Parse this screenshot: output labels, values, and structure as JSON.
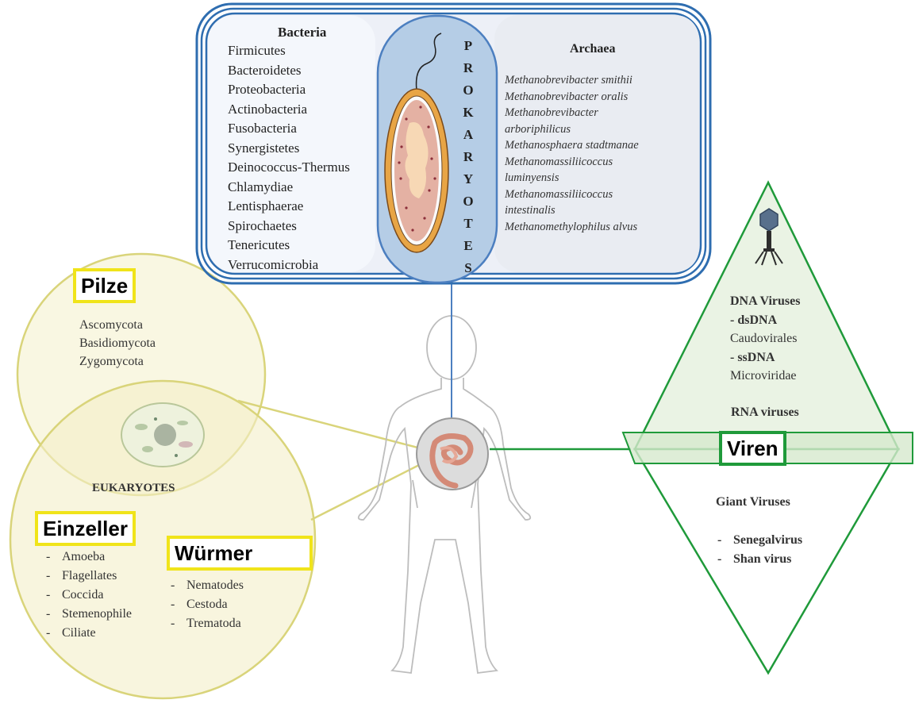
{
  "prokaryotes": {
    "letters": [
      "P",
      "R",
      "O",
      "K",
      "A",
      "R",
      "Y",
      "O",
      "T",
      "E",
      "S"
    ],
    "bacteria": {
      "title": "Bacteria",
      "items": [
        "Firmicutes",
        "Bacteroidetes",
        "Proteobacteria",
        "Actinobacteria",
        "Fusobacteria",
        "Synergistetes",
        "Deinococcus-Thermus",
        "Chlamydiae",
        "Lentisphaerae",
        "Spirochaetes",
        "Tenericutes",
        "Verrucomicrobia"
      ]
    },
    "archaea": {
      "title": "Archaea",
      "items": [
        "Methanobrevibacter smithii",
        "Methanobrevibacter oralis",
        "Methanobrevibacter",
        "arboriphilicus",
        "Methanosphaera stadtmanae",
        "Methanomassiliicoccus",
        "luminyensis",
        "Methanomassiliicoccus",
        "intestinalis",
        "Methanomethylophilus alvus"
      ]
    }
  },
  "fungi": {
    "label": "Pilze",
    "items": [
      "Ascomycota",
      "Basidiomycota",
      "Zygomycota"
    ]
  },
  "eukaryotes": {
    "title": "EUKARYOTES",
    "protozoa_label": "Einzeller",
    "protozoa": [
      "Amoeba",
      "Flagellates",
      "Coccida",
      "Stemenophile",
      "Ciliate"
    ],
    "worms_label": "Würmer",
    "worms": [
      "Nematodes",
      "Cestoda",
      "Trematoda"
    ]
  },
  "viruses": {
    "label": "Viren",
    "dna_title": "DNA Viruses",
    "dsdna": "- dsDNA",
    "dsdna_example": "Caudovirales",
    "ssdna": "- ssDNA",
    "ssdna_example": "Microviridae",
    "rna_title": "RNA viruses",
    "giant_title": "Giant Viruses",
    "giant_items": [
      "Senegalvirus",
      "Shan virus"
    ]
  },
  "colors": {
    "prokaryote_border": "#2e6db0",
    "fungi_circle": "#d9d47a",
    "virus_triangle": "#1f9a3a",
    "label_yellow": "#f0e41a",
    "label_green": "#1f9a3a"
  },
  "icons": [
    "bacterium-cell-icon",
    "eukaryote-cell-icon",
    "human-silhouette",
    "intestine-icon",
    "bacteriophage-icon"
  ]
}
